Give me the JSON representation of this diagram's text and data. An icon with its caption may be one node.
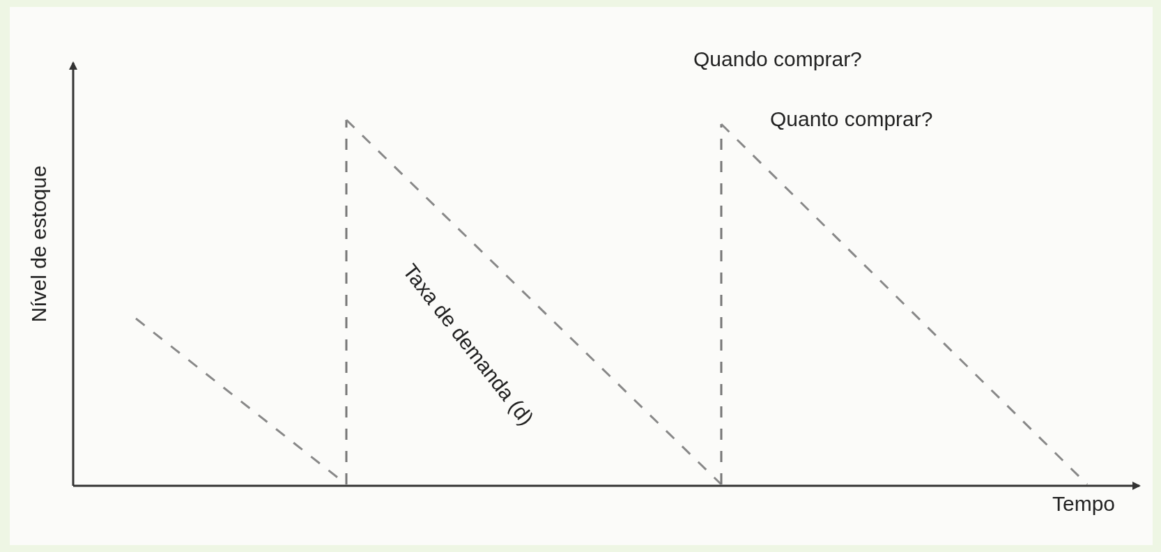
{
  "diagram": {
    "labels": [
      "Quando comprar?",
      "Quanto comprar?",
      "Taxa de demanda (d)",
      "Nível de estoque",
      "Tempo"
    ]
  }
}
